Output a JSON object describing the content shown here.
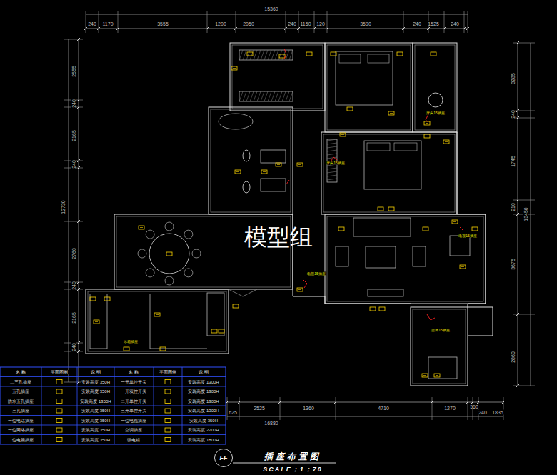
{
  "diagram": {
    "title": "插座布置图",
    "caption": "SCALE：1：70",
    "nodes": [
      {
        "text": [
          "FF"
        ]
      }
    ],
    "labels": [
      "15360",
      "240",
      "1170",
      "3555",
      "1200",
      "2050",
      "240",
      "1150",
      "120",
      "3590",
      "240",
      "1525",
      "240",
      "625",
      "2525",
      "1360",
      "4710",
      "1270",
      "240",
      "560",
      "1835",
      "16880",
      "2555",
      "240",
      "2165",
      "240",
      "2760",
      "240",
      "2165",
      "240",
      "12730",
      "3285",
      "240",
      "1745",
      "210",
      "3675",
      "2860",
      "13450",
      "模型组",
      "床头15插座",
      "床头15插座",
      "电视15插座",
      "电视15插座",
      "空调15插座",
      "冰箱插座",
      "名 称",
      "平面图例",
      "说 明",
      "名 称",
      "平面图例",
      "说 明",
      "二三孔插座",
      "安装高度 350H",
      "一开单控开关",
      "安装高度 1300H",
      "五孔插座",
      "安装高度 350H",
      "一开双控开关",
      "安装高度 1300H",
      "防水五孔插座",
      "安装高度 1350H",
      "二开单控开关",
      "安装高度 1300H",
      "三孔插座",
      "安装高度 350H",
      "三开单控开关",
      "安装高度 1300H",
      "一位电话插座",
      "安装高度 350H",
      "一位电视插座",
      "安装高度 350H",
      "一位网络插座",
      "安装高度 350H",
      "空调插座",
      "安装高度 2200H",
      "二位电脑插座",
      "安装高度 350H",
      "强电箱",
      "安装高度 1800H"
    ]
  }
}
